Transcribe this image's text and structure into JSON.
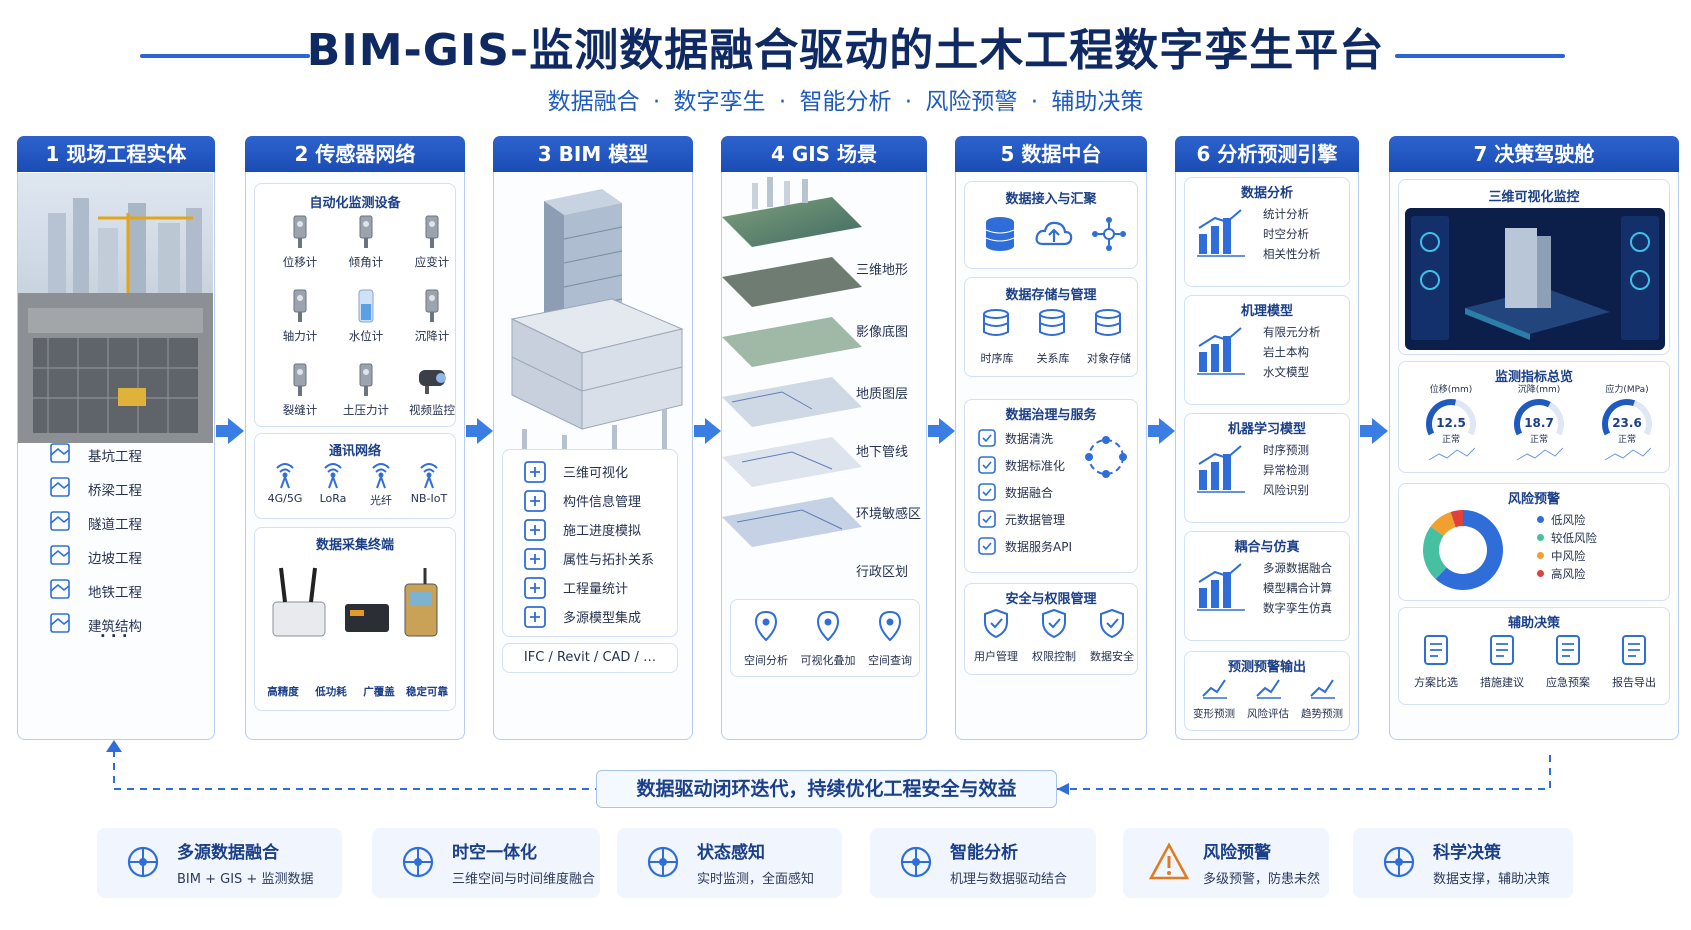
{
  "header": {
    "title": "BIM-GIS-监测数据融合驱动的土木工程数字孪生平台",
    "subtitle": "数据融合 · 数字孪生 · 智能分析 · 风险预警 · 辅助决策"
  },
  "col1": {
    "title": "1 现场工程实体",
    "items": [
      "基坑工程",
      "桥梁工程",
      "隧道工程",
      "边坡工程",
      "地铁工程",
      "建筑结构"
    ],
    "more": "· · ·"
  },
  "col2": {
    "title": "2 传感器网络",
    "devices_title": "自动化监测设备",
    "devices": [
      "位移计",
      "倾角计",
      "应变计",
      "轴力计",
      "水位计",
      "沉降计",
      "裂缝计",
      "土压力计",
      "视频监控"
    ],
    "net_title": "通讯网络",
    "nets": [
      "4G/5G",
      "LoRa",
      "光纤",
      "NB-IoT"
    ],
    "term_title": "数据采集终端",
    "tags": [
      "高精度",
      "低功耗",
      "广覆盖",
      "稳定可靠"
    ]
  },
  "col3": {
    "title": "3 BIM 模型",
    "items": [
      "三维可视化",
      "构件信息管理",
      "施工进度模拟",
      "属性与拓扑关系",
      "工程量统计",
      "多源模型集成"
    ],
    "formats": "IFC / Revit / CAD / …"
  },
  "col4": {
    "title": "4 GIS 场景",
    "layers": [
      "三维地形",
      "影像底图",
      "地质图层",
      "地下管线",
      "环境敏感区",
      "行政区划"
    ],
    "tools": [
      "空间分析",
      "可视化叠加",
      "空间查询"
    ]
  },
  "col5": {
    "title": "5 数据中台",
    "access_title": "数据接入与汇聚",
    "store_title": "数据存储与管理",
    "stores": [
      "时序库",
      "关系库",
      "对象存储"
    ],
    "gov_title": "数据治理与服务",
    "govs": [
      "数据清洗",
      "数据标准化",
      "数据融合",
      "元数据管理",
      "数据服务API"
    ],
    "sec_title": "安全与权限管理",
    "secs": [
      "用户管理",
      "权限控制",
      "数据安全"
    ]
  },
  "col6": {
    "title": "6 分析预测引擎",
    "blocks": [
      {
        "title": "数据分析",
        "items": [
          "统计分析",
          "时空分析",
          "相关性分析"
        ]
      },
      {
        "title": "机理模型",
        "items": [
          "有限元分析",
          "岩土本构",
          "水文模型"
        ]
      },
      {
        "title": "机器学习模型",
        "items": [
          "时序预测",
          "异常检测",
          "风险识别"
        ]
      },
      {
        "title": "耦合与仿真",
        "items": [
          "多源数据融合",
          "模型耦合计算",
          "数字孪生仿真"
        ]
      }
    ],
    "pred_title": "预测预警输出",
    "preds": [
      "变形预测",
      "风险评估",
      "趋势预测"
    ]
  },
  "col7": {
    "title": "7 决策驾驶舱",
    "viz_title": "三维可视化监控",
    "ind_title": "监测指标总览",
    "gauges": [
      {
        "label": "位移(mm)",
        "value": "12.5",
        "state": "正常",
        "fill": 0.55
      },
      {
        "label": "沉降(mm)",
        "value": "18.7",
        "state": "正常",
        "fill": 0.62
      },
      {
        "label": "应力(MPa)",
        "value": "23.6",
        "state": "正常",
        "fill": 0.58
      }
    ],
    "risk_title": "风险预警",
    "risks": [
      {
        "name": "低风险",
        "color": "#2f6ed8"
      },
      {
        "name": "较低风险",
        "color": "#46c0a0"
      },
      {
        "name": "中风险",
        "color": "#f0a030"
      },
      {
        "name": "高风险",
        "color": "#e0413a"
      }
    ],
    "risk_share": [
      0.62,
      0.23,
      0.1,
      0.05
    ],
    "dec_title": "辅助决策",
    "decs": [
      "方案比选",
      "措施建议",
      "应急预案",
      "报告导出"
    ]
  },
  "loop": "数据驱动闭环迭代，持续优化工程安全与效益",
  "features": [
    {
      "title": "多源数据融合",
      "sub": "BIM + GIS + 监测数据"
    },
    {
      "title": "时空一体化",
      "sub": "三维空间与时间维度融合"
    },
    {
      "title": "状态感知",
      "sub": "实时监测，全面感知"
    },
    {
      "title": "智能分析",
      "sub": "机理与数据驱动结合"
    },
    {
      "title": "风险预警",
      "sub": "多级预警，防患未然"
    },
    {
      "title": "科学决策",
      "sub": "数据支撑，辅助决策"
    }
  ]
}
